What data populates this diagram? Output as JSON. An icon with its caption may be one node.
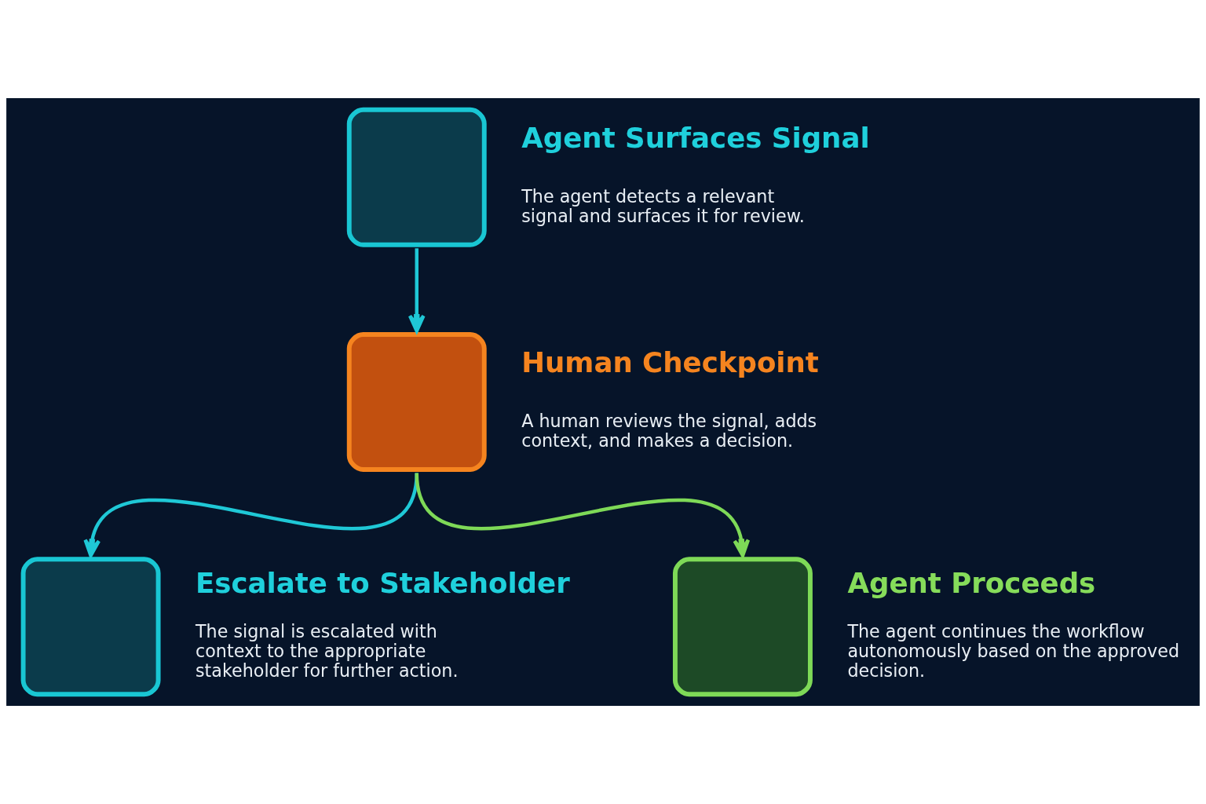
{
  "diagram": {
    "nodes": [
      {
        "text": [
          "Agent Surfaces Signal",
          "The agent detects a relevant signal and surfaces it for review."
        ]
      },
      {
        "text": [
          "Human Checkpoint",
          "A human reviews the signal, adds context, and makes a decision."
        ]
      },
      {
        "text": [
          "Escalate to Stakeholder",
          "The signal is escalated with context to the appropriate stakeholder for further action."
        ]
      },
      {
        "text": [
          "Agent Proceeds",
          "The agent continues the workflow autonomously based on the approved decision."
        ]
      }
    ],
    "edges": [
      {
        "from": 0,
        "to": 1,
        "arrow": "to"
      },
      {
        "from": 1,
        "to": 2,
        "arrow": "to"
      },
      {
        "from": 1,
        "to": 3,
        "arrow": "to",
        "color": "#7ed957"
      }
    ]
  }
}
